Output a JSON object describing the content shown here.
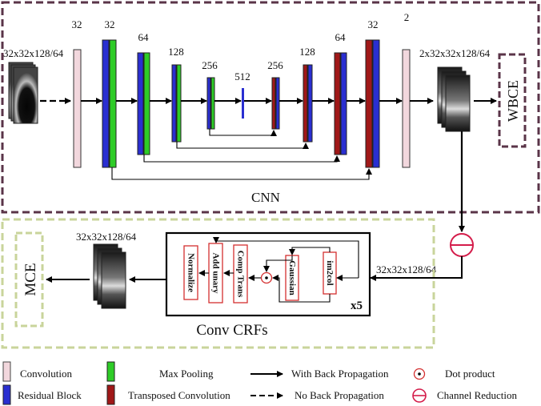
{
  "colors": {
    "convolution": "#f2d7dd",
    "residual": "#2a2fd1",
    "maxpool": "#2ecc27",
    "transposed": "#a01818",
    "cnn_border": "#5a3448",
    "crf_border": "#c9d49b",
    "reduction": "#d41c4a",
    "crf_step_border": "#d43030"
  },
  "cnn": {
    "label": "CNN",
    "input_label": "32x32x128/64",
    "output_label": "2x32x32x128/64",
    "loss": "WBCE",
    "channels": [
      "32",
      "32",
      "64",
      "128",
      "256",
      "512",
      "256",
      "128",
      "64",
      "32",
      "2"
    ]
  },
  "crf": {
    "label": "Conv CRFs",
    "input_label": "32x32x128/64",
    "output_label": "32x32x128/64",
    "loss": "MCE",
    "repeat": "x5",
    "steps": [
      "Normalize",
      "Add unary",
      "Comp Trans",
      "Gaussian",
      "im2col"
    ]
  },
  "legend": {
    "convolution": "Convolution",
    "residual": "Residual Block",
    "maxpool": "Max Pooling",
    "transposed": "Transposed Convolution",
    "with_bp": "With Back Propagation",
    "no_bp": "No Back Propagation",
    "dot": "Dot product",
    "reduction": "Channel Reduction"
  }
}
